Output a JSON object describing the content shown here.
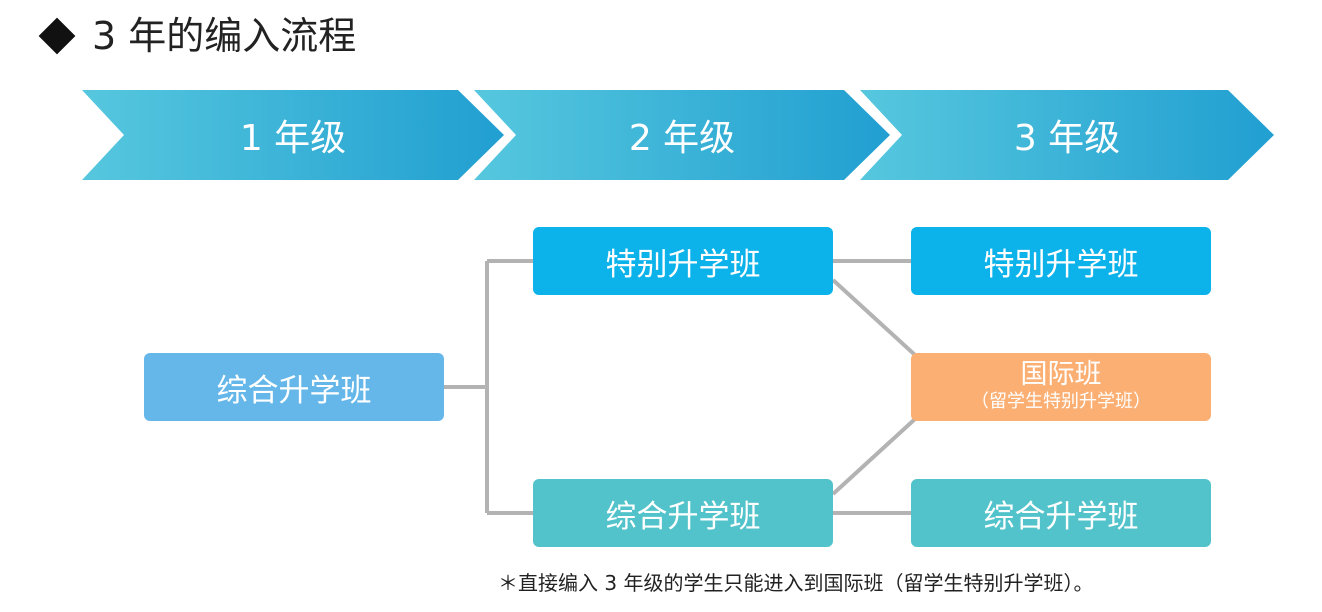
{
  "title": "3 年的编入流程",
  "grades": [
    "1 年级",
    "2 年级",
    "3 年级"
  ],
  "colors": {
    "chevron_light": "#56c7de",
    "chevron_dark": "#219fd1",
    "special": "#0cb2ea",
    "general": "#52c3ca",
    "general_start": "#66b7e9",
    "international": "#fbaf73",
    "connector": "#b3b3b3"
  },
  "classes": {
    "general_start": "综合升学班",
    "special_g2": "特别升学班",
    "general_g2": "综合升学班",
    "special_g3": "特别升学班",
    "international_g3": "国际班",
    "international_g3_sub": "（留学生特别升学班）",
    "general_g3": "综合升学班"
  },
  "footnote": "＊直接编入 3 年级的学生只能进入到国际班（留学生特别升学班）。"
}
